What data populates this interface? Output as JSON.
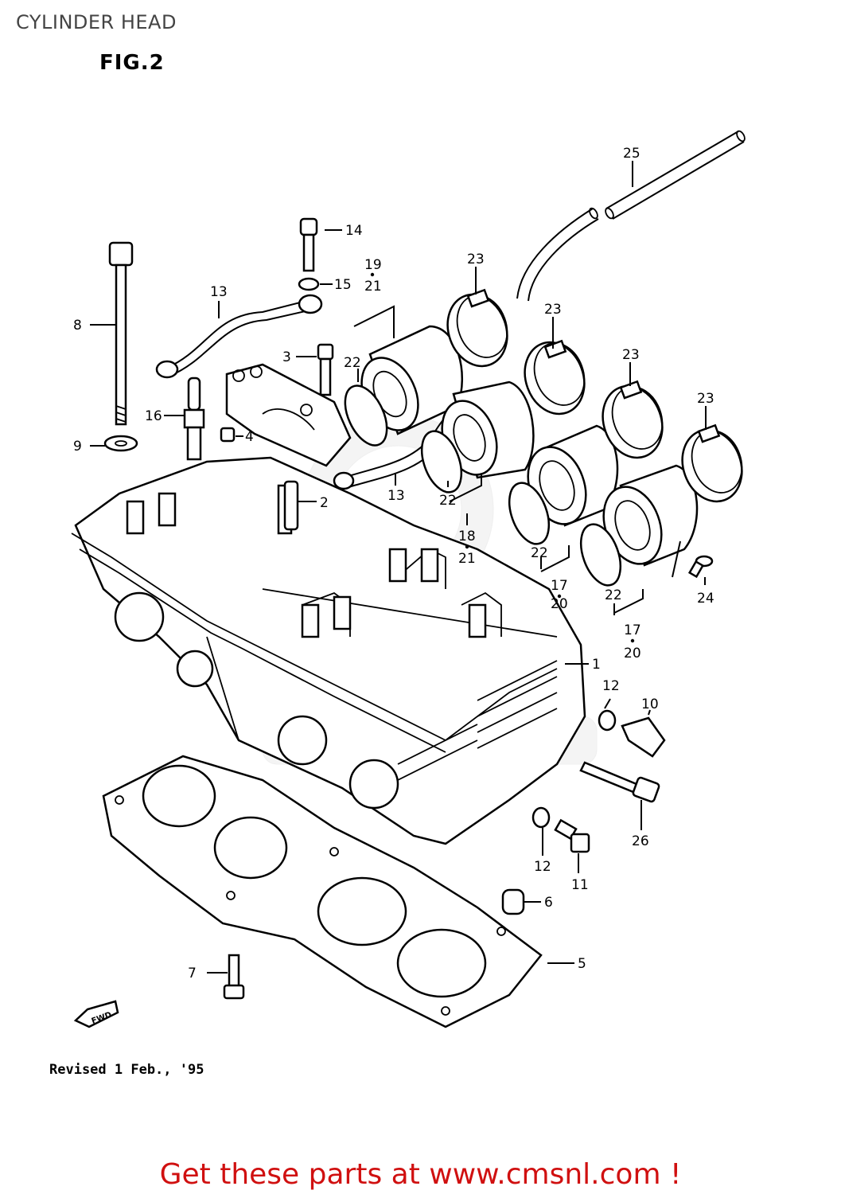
{
  "page_title": "CYLINDER HEAD",
  "figure_label": "FIG.2",
  "revised_note": "Revised 1 Feb., '95",
  "fwd_label": "FWD",
  "footer_link": "Get these parts at www.cmsnl.com !",
  "callouts": {
    "c1": "1",
    "c2": "2",
    "c3": "3",
    "c4": "4",
    "c5": "5",
    "c6": "6",
    "c7": "7",
    "c8": "8",
    "c9": "9",
    "c10": "10",
    "c11": "11",
    "c12a": "12",
    "c12b": "12",
    "c13a": "13",
    "c13b": "13",
    "c14": "14",
    "c15": "15",
    "c16": "16",
    "c17a": "17",
    "c17b": "17",
    "c18": "18",
    "c19": "19",
    "c20a": "20",
    "c20b": "20",
    "c21a": "21",
    "c21b": "21",
    "c22a": "22",
    "c22b": "22",
    "c22c": "22",
    "c22d": "22",
    "c23a": "23",
    "c23b": "23",
    "c23c": "23",
    "c23d": "23",
    "c24": "24",
    "c25": "25",
    "c26": "26"
  },
  "colors": {
    "footer": "#d01010",
    "line": "#000000",
    "title": "#444444"
  }
}
